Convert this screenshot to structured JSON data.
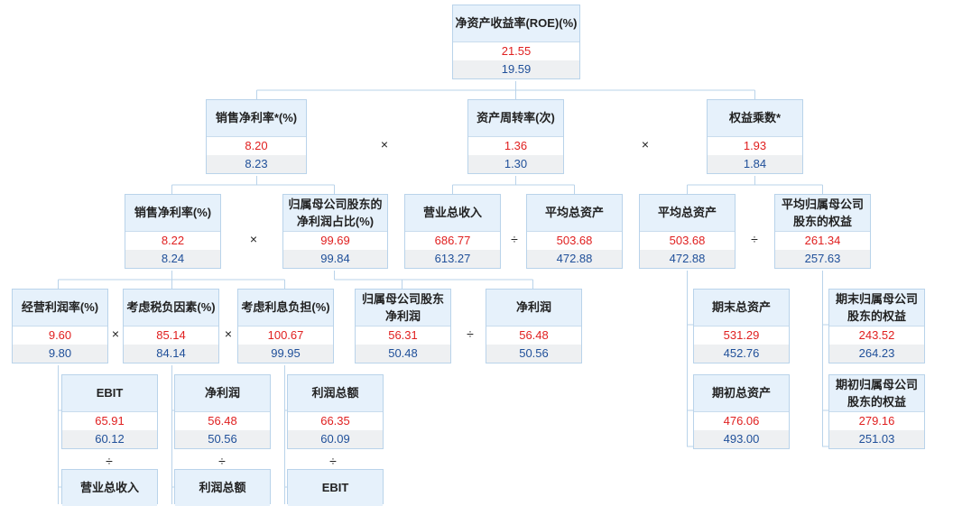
{
  "nodes": {
    "roe": {
      "title": "净资产收益率(ROE)(%)",
      "v1": "21.55",
      "v2": "19.59"
    },
    "npm_star": {
      "title": "销售净利率*(%)",
      "v1": "8.20",
      "v2": "8.23"
    },
    "turnover": {
      "title": "资产周转率(次)",
      "v1": "1.36",
      "v2": "1.30"
    },
    "multiplier": {
      "title": "权益乘数*",
      "v1": "1.93",
      "v2": "1.84"
    },
    "npm": {
      "title": "销售净利率(%)",
      "v1": "8.22",
      "v2": "8.24"
    },
    "parent_ratio": {
      "title": "归属母公司股东的\n净利润占比(%)",
      "v1": "99.69",
      "v2": "99.84"
    },
    "revenue": {
      "title": "营业总收入",
      "v1": "686.77",
      "v2": "613.27"
    },
    "avg_assets_a": {
      "title": "平均总资产",
      "v1": "503.68",
      "v2": "472.88"
    },
    "avg_assets_b": {
      "title": "平均总资产",
      "v1": "503.68",
      "v2": "472.88"
    },
    "avg_equity": {
      "title": "平均归属母公司\n股东的权益",
      "v1": "261.34",
      "v2": "257.63"
    },
    "op_margin": {
      "title": "经营利润率(%)",
      "v1": "9.60",
      "v2": "9.80"
    },
    "tax_factor": {
      "title": "考虑税负因素(%)",
      "v1": "85.14",
      "v2": "84.14"
    },
    "interest_burden": {
      "title": "考虑利息负担(%)",
      "v1": "100.67",
      "v2": "99.95"
    },
    "parent_np": {
      "title": "归属母公司股东\n净利润",
      "v1": "56.31",
      "v2": "50.48"
    },
    "net_profit_a": {
      "title": "净利润",
      "v1": "56.48",
      "v2": "50.56"
    },
    "end_assets": {
      "title": "期末总资产",
      "v1": "531.29",
      "v2": "452.76"
    },
    "end_equity": {
      "title": "期末归属母公司\n股东的权益",
      "v1": "243.52",
      "v2": "264.23"
    },
    "ebit_a": {
      "title": "EBIT",
      "v1": "65.91",
      "v2": "60.12"
    },
    "net_profit_b": {
      "title": "净利润",
      "v1": "56.48",
      "v2": "50.56"
    },
    "total_profit_a": {
      "title": "利润总额",
      "v1": "66.35",
      "v2": "60.09"
    },
    "begin_assets": {
      "title": "期初总资产",
      "v1": "476.06",
      "v2": "493.00"
    },
    "begin_equity": {
      "title": "期初归属母公司\n股东的权益",
      "v1": "279.16",
      "v2": "251.03"
    },
    "revenue_b": {
      "title": "营业总收入"
    },
    "total_profit_b": {
      "title": "利润总额"
    },
    "ebit_b": {
      "title": "EBIT"
    }
  },
  "operators": {
    "times": "×",
    "divide": "÷"
  },
  "colors": {
    "current": "#e02020",
    "previous": "#1f4f99",
    "header_bg": "#e6f1fb",
    "border": "#b9d3ea",
    "line": "#b9d3ea"
  }
}
